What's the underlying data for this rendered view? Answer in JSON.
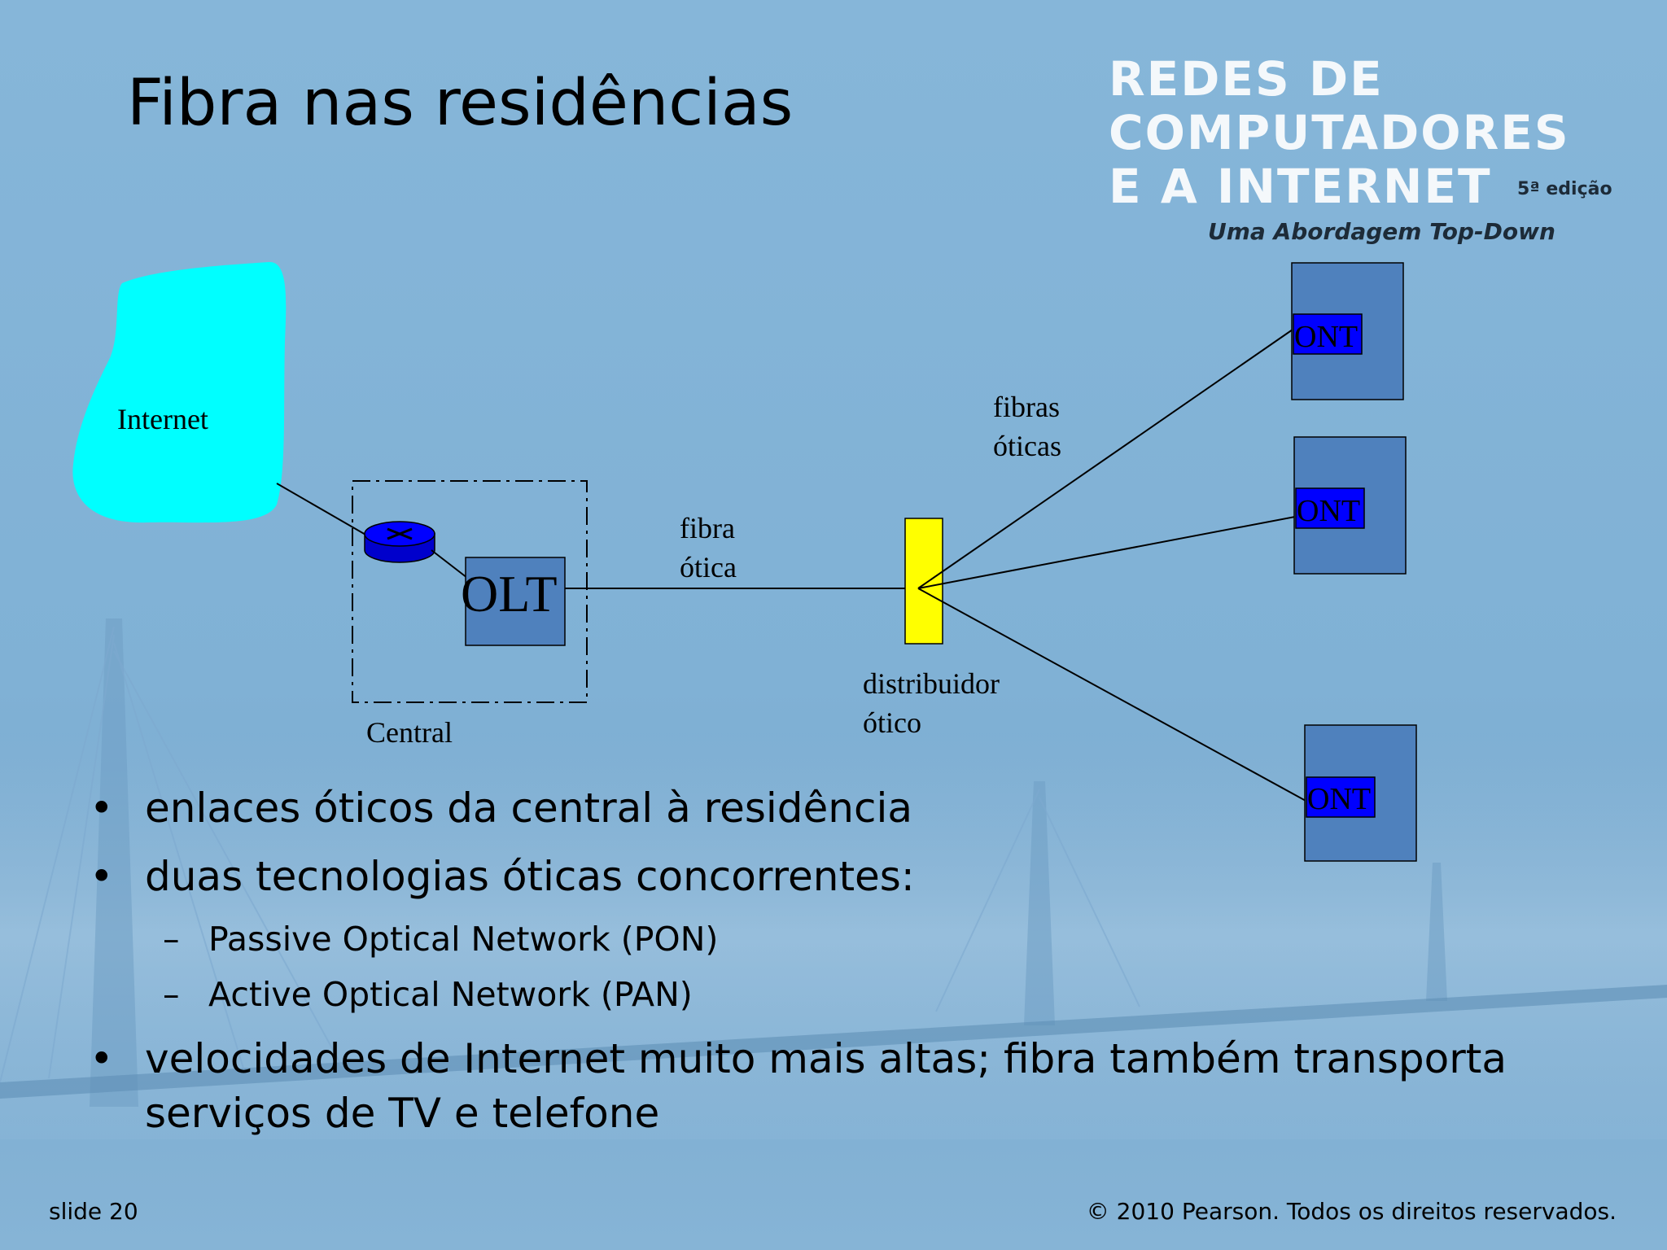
{
  "slide": {
    "title": "Fibra nas residências",
    "number_label": "slide 20",
    "copyright": "© 2010 Pearson. Todos os direitos reservados."
  },
  "logo": {
    "lines": [
      "REDES DE",
      "COMPUTADORES",
      "E A INTERNET"
    ],
    "edition": "5ª edição",
    "subtitle": "Uma Abordagem Top-Down"
  },
  "diagram": {
    "internet_label": "Internet",
    "olt_label": "OLT",
    "central_label": "Central",
    "fiber_label": [
      "fibra",
      "ótica"
    ],
    "fibers_label": [
      "fibras",
      "óticas"
    ],
    "splitter_label": [
      "distribuidor",
      "ótico"
    ],
    "ont_labels": [
      "ONT",
      "ONT",
      "ONT"
    ],
    "colors": {
      "cloud": "#00ffff",
      "splitter": "#ffff00",
      "ont_inner": "#0000ff",
      "box_fill": "#4f81bd",
      "router": "#0000ff"
    }
  },
  "bullets": [
    {
      "text": "enlaces óticos da central à residência"
    },
    {
      "text": "duas tecnologias óticas concorrentes:",
      "sub": [
        "Passive Optical Network (PON)",
        "Active Optical Network (PAN)"
      ]
    },
    {
      "text_lines": [
        "velocidades de Internet muito mais altas; fibra também transporta",
        "serviços de TV e telefone"
      ]
    }
  ],
  "bullet_mark": "•",
  "sub_mark": "–"
}
